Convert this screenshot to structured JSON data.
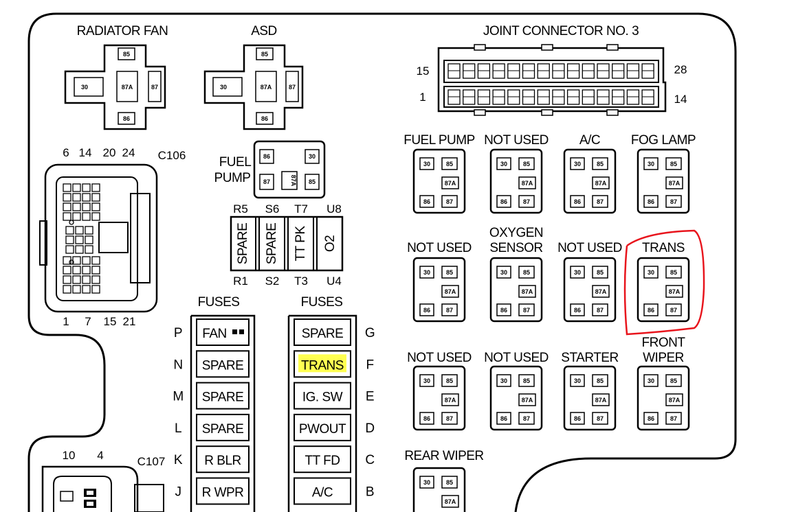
{
  "relays_top": [
    {
      "label": "RADIATOR FAN",
      "pins": [
        "85",
        "30",
        "87A",
        "87",
        "86"
      ]
    },
    {
      "label": "ASD",
      "pins": [
        "85",
        "30",
        "87A",
        "87",
        "86"
      ]
    }
  ],
  "joint_connector": {
    "label": "JOINT CONNECTOR NO. 3",
    "pin_top_left": "15",
    "pin_top_right": "28",
    "pin_bottom_left": "1",
    "pin_bottom_right": "14"
  },
  "c106": {
    "label": "C106",
    "top_pins": [
      "6",
      "14",
      "20",
      "24"
    ],
    "bottom_pins": [
      "1",
      "7",
      "15",
      "21"
    ]
  },
  "fuel_pump_relay": {
    "label_line1": "FUEL",
    "label_line2": "PUMP",
    "pins": [
      "86",
      "30",
      "87",
      "87A",
      "85"
    ]
  },
  "cartridge_fuses": {
    "top_labels": [
      "R5",
      "S6",
      "T7",
      "U8"
    ],
    "names": [
      "SPARE",
      "SPARE",
      "TT PK",
      "O2"
    ],
    "bottom_labels": [
      "R1",
      "S2",
      "T3",
      "U4"
    ]
  },
  "fuses_left": {
    "title": "FUSES",
    "rows": [
      {
        "pos": "P",
        "name": "FAN"
      },
      {
        "pos": "N",
        "name": "SPARE"
      },
      {
        "pos": "M",
        "name": "SPARE"
      },
      {
        "pos": "L",
        "name": "SPARE"
      },
      {
        "pos": "K",
        "name": "R BLR"
      },
      {
        "pos": "J",
        "name": "R WPR"
      }
    ]
  },
  "fuses_right": {
    "title": "FUSES",
    "rows": [
      {
        "pos": "G",
        "name": "SPARE"
      },
      {
        "pos": "F",
        "name": "TRANS"
      },
      {
        "pos": "E",
        "name": "IG. SW"
      },
      {
        "pos": "D",
        "name": "PWOUT"
      },
      {
        "pos": "C",
        "name": "TT FD"
      },
      {
        "pos": "B",
        "name": "A/C"
      }
    ]
  },
  "relay_grid": [
    {
      "line1": "",
      "line2": "FUEL PUMP"
    },
    {
      "line1": "",
      "line2": "NOT USED"
    },
    {
      "line1": "",
      "line2": "A/C"
    },
    {
      "line1": "",
      "line2": "FOG LAMP"
    },
    {
      "line1": "",
      "line2": "NOT USED"
    },
    {
      "line1": "OXYGEN",
      "line2": "SENSOR"
    },
    {
      "line1": "",
      "line2": "NOT USED"
    },
    {
      "line1": "",
      "line2": "TRANS"
    },
    {
      "line1": "",
      "line2": "NOT USED"
    },
    {
      "line1": "",
      "line2": "NOT USED"
    },
    {
      "line1": "",
      "line2": "STARTER"
    },
    {
      "line1": "FRONT",
      "line2": "WIPER"
    },
    {
      "line1": "",
      "line2": "REAR WIPER"
    }
  ],
  "relay_pins": {
    "p30": "30",
    "p85": "85",
    "p87a": "87A",
    "p86": "86",
    "p87": "87"
  },
  "c107": {
    "label": "C107",
    "top_pins": [
      "10",
      "4"
    ]
  },
  "highlights": {
    "marker_color": "#ffff33",
    "circle_color": "#e8141c"
  }
}
